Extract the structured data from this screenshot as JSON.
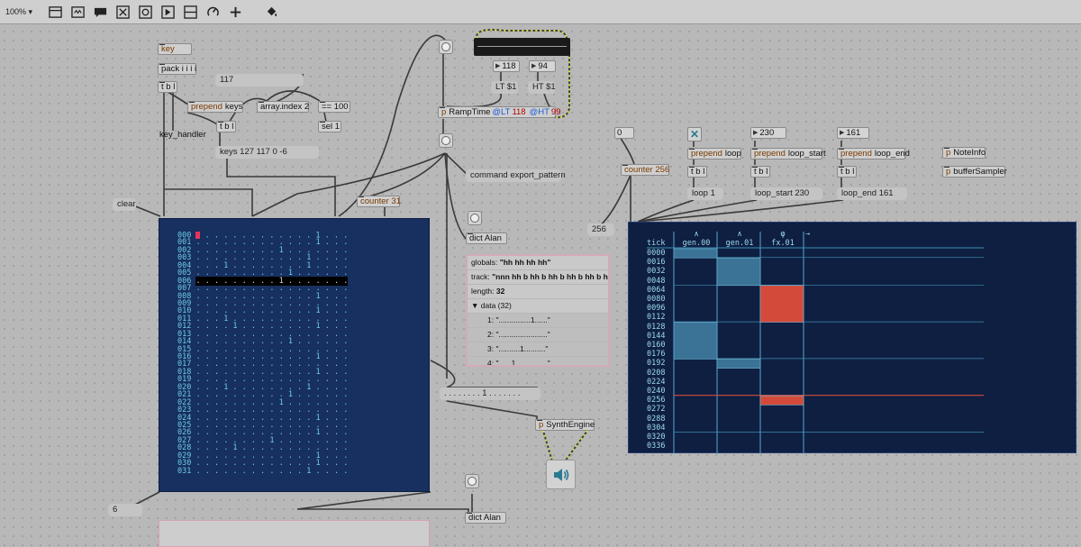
{
  "toolbar": {
    "zoom": "100%",
    "icons": [
      "presentation-icon",
      "comment-icon",
      "message-icon",
      "toggle-icon",
      "numbox-icon",
      "button-icon",
      "slider-icon",
      "dial-icon",
      "add-icon",
      "paint-icon"
    ]
  },
  "objects": {
    "key": "key",
    "pack": "pack i i i i",
    "tbl1": "t b l",
    "num117": "117",
    "prepend_keys": "prepend",
    "prepend_keys_arg": "keys",
    "array_index": "array.index 2",
    "eq100": "== 100",
    "sel1": "sel 1",
    "tbl2": "t b l",
    "key_handler": "key_handler",
    "keys_msg": "keys 127 117 0 -6",
    "lt_num": "118",
    "ht_num": "94",
    "lt_msg": "LT $1",
    "ht_msg": "HT $1",
    "ramp_p": "p",
    "ramp_name": "RampTime",
    "ramp_at1": "@LT",
    "ramp_v1": "118",
    "ramp_at2": "@HT",
    "ramp_v2": "99",
    "export_cmd": "command export_pattern",
    "zero_num": "0",
    "counter256": "counter 256",
    "counter31": "counter 31",
    "clear": "clear",
    "num256": "256",
    "dict_alan": "dict Alan",
    "dict_alan2": "dict Alan",
    "loop_prepend": "prepend",
    "loop_prepend_arg": "loop",
    "loop_tbl": "t b l",
    "loop_msg": "loop 1",
    "ls_num": "230",
    "ls_prepend": "prepend",
    "ls_prepend_arg": "loop_start",
    "ls_tbl": "t b l",
    "ls_msg": "loop_start 230",
    "le_num": "161",
    "le_prepend": "prepend",
    "le_prepend_arg": "loop_end",
    "le_tbl": "t b l",
    "le_msg": "loop_end 161",
    "p_noteinfo_p": "p",
    "p_noteinfo": "NoteInfo",
    "p_buffer_p": "p",
    "p_buffer": "bufferSampler",
    "synth_p": "p",
    "synth": "SynthEngine",
    "pattern_msg": ". . . . . . . . 1 . . . . . . .",
    "num6": "6"
  },
  "dict_view": {
    "globals_label": "globals:",
    "globals_value": "\"hh hh hh hh\"",
    "track_label": "track:",
    "track_value": "\"nnn hh b hh b hh b hh b hh b hh\"",
    "length_label": "length:",
    "length_value": "32",
    "data_label": "▼   data (32)",
    "data_items": [
      "1: \"...............1......\"",
      "2: \".......................\"",
      "3: \"..........1..........\"",
      "4: \"......1...............\""
    ]
  },
  "sequencer": {
    "highlight_row": 6,
    "rows": [
      {
        "idx": "000",
        "cells": " . . . . . . . . . . . . 1 . . ."
      },
      {
        "idx": "001",
        "cells": ". . . . . . . . . . . . . 1 . . ."
      },
      {
        "idx": "002",
        "cells": ". . . . . . . . . 1 . . . . . . ."
      },
      {
        "idx": "003",
        "cells": ". . . . . . . . . . . . 1 . . . ."
      },
      {
        "idx": "004",
        "cells": ". . . 1 . . . . . . . . 1 . . . ."
      },
      {
        "idx": "005",
        "cells": ". . . . . . . . . . 1 . . . . . ."
      },
      {
        "idx": "006",
        "cells": ". . . . . . . . . 1 . . . . . . ."
      },
      {
        "idx": "007",
        "cells": ". . . . . . . . . . . . . . . . ."
      },
      {
        "idx": "008",
        "cells": ". . . . . . . . . . . . . 1 . . ."
      },
      {
        "idx": "009",
        "cells": ". . . . . . . . . . . . . . . . ."
      },
      {
        "idx": "010",
        "cells": ". . . . . . . . . . . . . 1 . . ."
      },
      {
        "idx": "011",
        "cells": ". . . 1 . . . . . . . . . . . . ."
      },
      {
        "idx": "012",
        "cells": ". . . . 1 . . . . . . . . 1 . . ."
      },
      {
        "idx": "013",
        "cells": ". . . . . . . . . . . . . . . . ."
      },
      {
        "idx": "014",
        "cells": ". . . . . . . . . . 1 . . . . . ."
      },
      {
        "idx": "015",
        "cells": ". . . . . . . . . . . . . . . . ."
      },
      {
        "idx": "016",
        "cells": ". . . . . . . . . . . . . 1 . . ."
      },
      {
        "idx": "017",
        "cells": ". . . . . . . . . . . . . . . . ."
      },
      {
        "idx": "018",
        "cells": ". . . . . . . . . . . . . 1 . . ."
      },
      {
        "idx": "019",
        "cells": ". . . . . . . . . . . . . . . . ."
      },
      {
        "idx": "020",
        "cells": ". . . 1 . . . . . . . . 1 . . . ."
      },
      {
        "idx": "021",
        "cells": ". . . . . . . . . . 1 . . . . . ."
      },
      {
        "idx": "022",
        "cells": ". . . . . . . . . 1 . . . . . . ."
      },
      {
        "idx": "023",
        "cells": ". . . . . . . . . . . . . . . . ."
      },
      {
        "idx": "024",
        "cells": ". . . . . . . . . . . . . 1 . . ."
      },
      {
        "idx": "025",
        "cells": ". . . . . . . . . . . . . . . . ."
      },
      {
        "idx": "026",
        "cells": ". . . . . . . . . . . . . 1 . . ."
      },
      {
        "idx": "027",
        "cells": ". . . . . . . . 1 . . . . . . . ."
      },
      {
        "idx": "028",
        "cells": ". . . . 1 . . . . . . . . . . . ."
      },
      {
        "idx": "029",
        "cells": ". . . . . . . . . . . . . 1 . . ."
      },
      {
        "idx": "030",
        "cells": ". . . . . . . . . . . . . 1 . . ."
      },
      {
        "idx": "031",
        "cells": ". . . . . . . . . . . . 1 . . . ."
      }
    ]
  },
  "tracker": {
    "tick_label": "tick",
    "columns": [
      {
        "symbol": "∧",
        "name": "gen.00"
      },
      {
        "symbol": "∧",
        "name": "gen.01"
      },
      {
        "symbol": "φ",
        "name": "fx.01"
      },
      {
        "symbol": "",
        "name": "→"
      }
    ],
    "ticks": [
      "0000",
      "0016",
      "0032",
      "0048",
      "0064",
      "0080",
      "0096",
      "0112",
      "0128",
      "0144",
      "0160",
      "0176",
      "0192",
      "0208",
      "0224",
      "0240",
      "0256",
      "0272",
      "0288",
      "0304",
      "0320",
      "0336"
    ],
    "highlight_tick": "0256",
    "colors": {
      "blue_block": "#3b7396",
      "red_block": "#d44a3a",
      "grid_line": "#3f8fb0",
      "cursor_line": "#d44a3a"
    }
  }
}
